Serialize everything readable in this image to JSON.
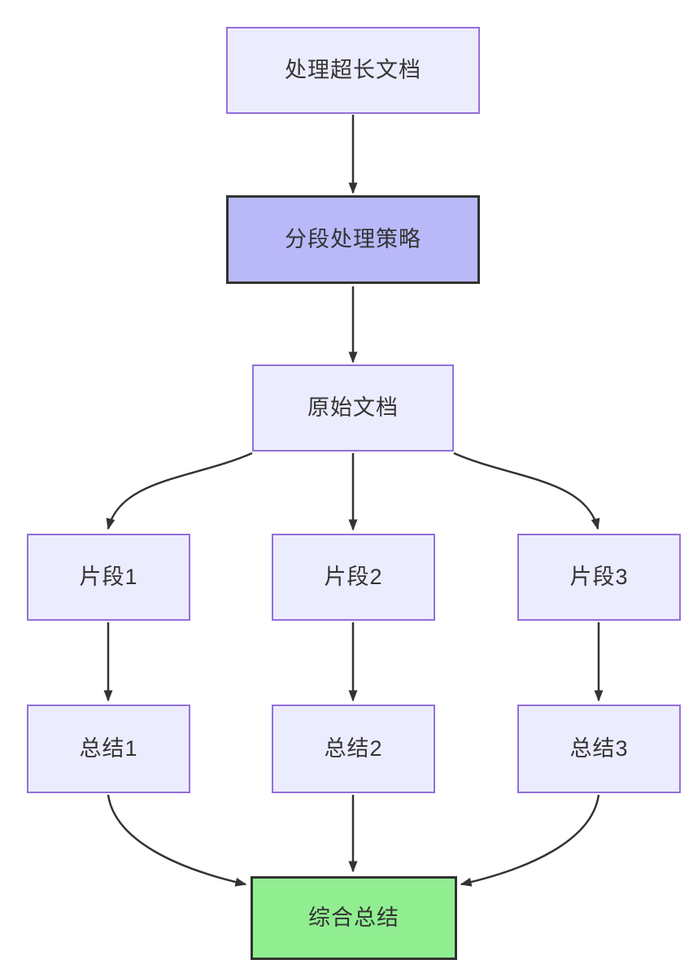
{
  "diagram": {
    "type": "flowchart",
    "direction": "top-down",
    "background": "#ffffff",
    "colors": {
      "node_fill": "#ECECFF",
      "node_border": "#9370DB",
      "highlight_fill": "#B9B9FA",
      "highlight_border": "#333333",
      "result_fill": "#90EE90",
      "result_border": "#333333",
      "edge": "#333333",
      "text": "#333333"
    },
    "nodes": [
      {
        "id": "A",
        "label": "处理超长文档",
        "role": "default"
      },
      {
        "id": "B",
        "label": "分段处理策略",
        "role": "highlight"
      },
      {
        "id": "C",
        "label": "原始文档",
        "role": "default"
      },
      {
        "id": "D",
        "label": "片段1",
        "role": "default"
      },
      {
        "id": "E",
        "label": "片段2",
        "role": "default"
      },
      {
        "id": "F",
        "label": "片段3",
        "role": "default"
      },
      {
        "id": "G",
        "label": "总结1",
        "role": "default"
      },
      {
        "id": "H",
        "label": "总结2",
        "role": "default"
      },
      {
        "id": "I",
        "label": "总结3",
        "role": "default"
      },
      {
        "id": "J",
        "label": "综合总结",
        "role": "result"
      }
    ],
    "edges": [
      {
        "from": "处理超长文档",
        "to": "分段处理策略"
      },
      {
        "from": "分段处理策略",
        "to": "原始文档"
      },
      {
        "from": "原始文档",
        "to": "片段1"
      },
      {
        "from": "原始文档",
        "to": "片段2"
      },
      {
        "from": "原始文档",
        "to": "片段3"
      },
      {
        "from": "片段1",
        "to": "总结1"
      },
      {
        "from": "片段2",
        "to": "总结2"
      },
      {
        "from": "片段3",
        "to": "总结3"
      },
      {
        "from": "总结1",
        "to": "综合总结"
      },
      {
        "from": "总结2",
        "to": "综合总结"
      },
      {
        "from": "总结3",
        "to": "综合总结"
      }
    ]
  }
}
